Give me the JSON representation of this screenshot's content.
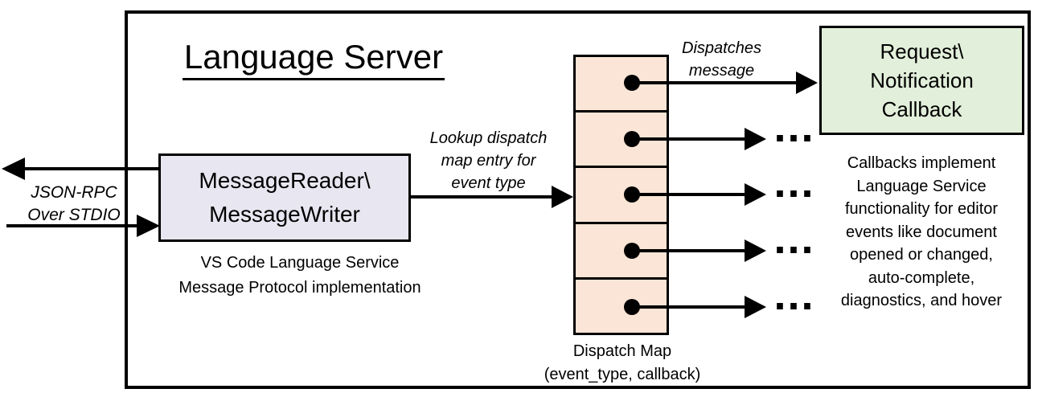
{
  "title": "Language Server",
  "labels": {
    "json_rpc": {
      "line1": "JSON-RPC",
      "line2": "Over STDIO"
    },
    "lookup": {
      "line1": "Lookup dispatch",
      "line2": "map entry for",
      "line3": "event type"
    },
    "dispatches": {
      "line1": "Dispatches",
      "line2": "message"
    },
    "ellipsis": "..."
  },
  "message_reader_box": {
    "line1": "MessageReader\\",
    "line2": "MessageWriter",
    "caption_line1": "VS Code Language Service",
    "caption_line2": "Message Protocol implementation",
    "fill": "#e8e6f0"
  },
  "dispatch_map": {
    "caption_line1": "Dispatch Map",
    "caption_line2": "(event_type, callback)",
    "row_count": "5",
    "fill": "#fbe5d6"
  },
  "callback_box": {
    "line1": "Request\\",
    "line2": "Notification",
    "line3": "Callback",
    "fill": "#e2efda"
  },
  "callbacks_note": {
    "line1": "Callbacks implement",
    "line2": "Language Service",
    "line3": "functionality for editor",
    "line4": "events like document",
    "line5": "opened or changed,",
    "line6": "auto-complete,",
    "line7": "diagnostics, and hover"
  },
  "colors": {
    "stroke": "#000000",
    "background": "#ffffff"
  }
}
